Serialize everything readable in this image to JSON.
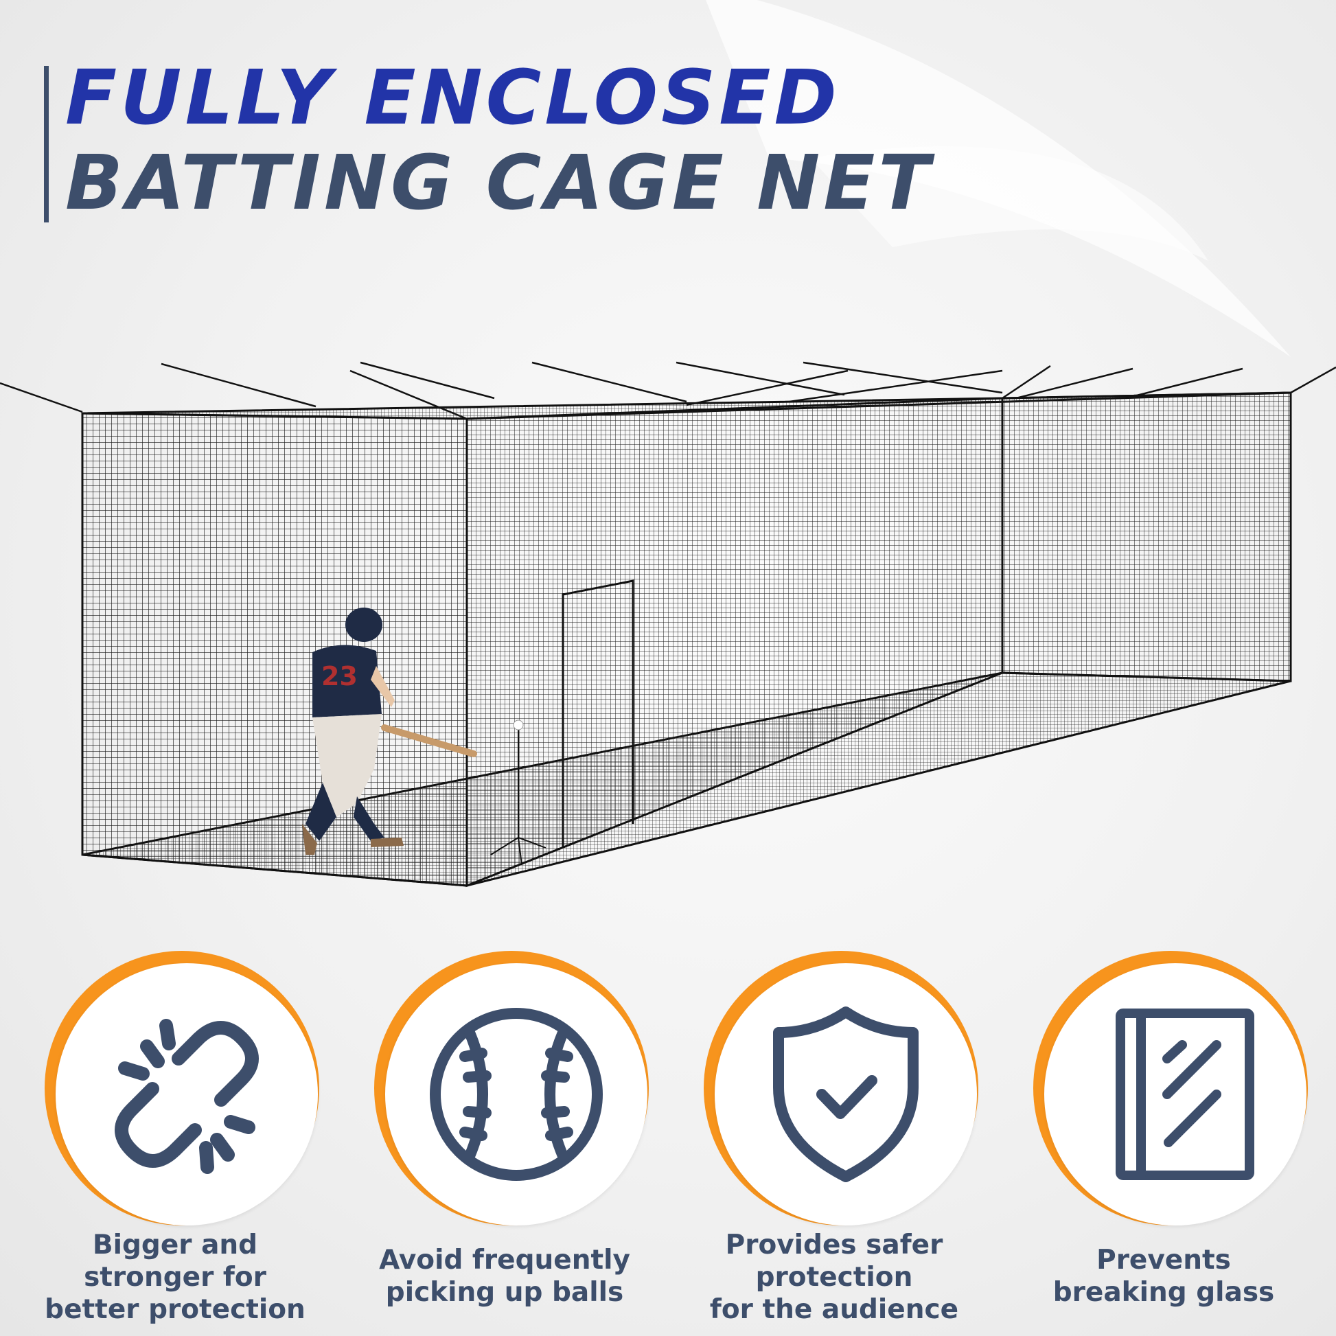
{
  "headline": {
    "line1": "FULLY ENCLOSED",
    "line2": "BATTING CAGE NET"
  },
  "colors": {
    "headline_blue": "#2234a8",
    "navy": "#3d4e6b",
    "orange_accent": "#f7941d",
    "net": "#1a1a1a"
  },
  "hero": {
    "player_jersey_number": "23"
  },
  "features": [
    {
      "icon": "broken-chain-icon",
      "lines": [
        "Bigger and",
        "stronger for",
        "better protection"
      ]
    },
    {
      "icon": "baseball-icon",
      "lines": [
        "Avoid frequently",
        "picking up balls"
      ]
    },
    {
      "icon": "shield-check-icon",
      "lines": [
        "Provides safer",
        "protection",
        "for the audience"
      ]
    },
    {
      "icon": "glass-pane-icon",
      "lines": [
        "Prevents",
        "breaking glass"
      ]
    }
  ]
}
